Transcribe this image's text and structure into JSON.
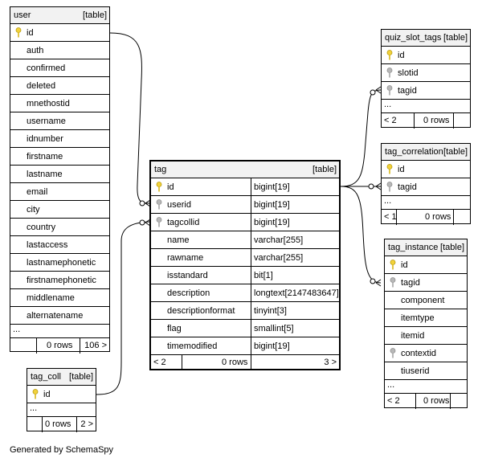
{
  "footer_text": "Generated by SchemaSpy",
  "user": {
    "name": "user",
    "tag": "[table]",
    "columns": [
      "id",
      "auth",
      "confirmed",
      "deleted",
      "mnethostid",
      "username",
      "idnumber",
      "firstname",
      "lastname",
      "email",
      "city",
      "country",
      "lastaccess",
      "lastnamephonetic",
      "firstnamephonetic",
      "middlename",
      "alternatename"
    ],
    "more": "...",
    "rows": "0 rows",
    "children": "106 >"
  },
  "tag_coll": {
    "name": "tag_coll",
    "tag": "[table]",
    "columns": [
      "id"
    ],
    "more": "...",
    "rows": "0 rows",
    "children": "2 >"
  },
  "tag": {
    "name": "tag",
    "tag": "[table]",
    "columns": [
      {
        "name": "id",
        "type": "bigint[19]"
      },
      {
        "name": "userid",
        "type": "bigint[19]"
      },
      {
        "name": "tagcollid",
        "type": "bigint[19]"
      },
      {
        "name": "name",
        "type": "varchar[255]"
      },
      {
        "name": "rawname",
        "type": "varchar[255]"
      },
      {
        "name": "isstandard",
        "type": "bit[1]"
      },
      {
        "name": "description",
        "type": "longtext[2147483647]"
      },
      {
        "name": "descriptionformat",
        "type": "tinyint[3]"
      },
      {
        "name": "flag",
        "type": "smallint[5]"
      },
      {
        "name": "timemodified",
        "type": "bigint[19]"
      }
    ],
    "parents": "< 2",
    "rows": "0 rows",
    "children": "3 >"
  },
  "quiz_slot_tags": {
    "name": "quiz_slot_tags",
    "tag": "[table]",
    "columns": [
      "id",
      "slotid",
      "tagid"
    ],
    "more": "...",
    "parents": "< 2",
    "rows": "0 rows"
  },
  "tag_correlation": {
    "name": "tag_correlation",
    "tag": "[table]",
    "columns": [
      "id",
      "tagid"
    ],
    "more": "...",
    "parents": "< 1",
    "rows": "0 rows"
  },
  "tag_instance": {
    "name": "tag_instance",
    "tag": "[table]",
    "columns": [
      "id",
      "tagid",
      "component",
      "itemtype",
      "itemid",
      "contextid",
      "tiuserid"
    ],
    "more": "...",
    "parents": "< 2",
    "rows": "0 rows"
  },
  "colors": {
    "primary_key": "#f2d23a",
    "foreign_key": "#b8b8b8",
    "header_bg": "#f2f2f2"
  }
}
